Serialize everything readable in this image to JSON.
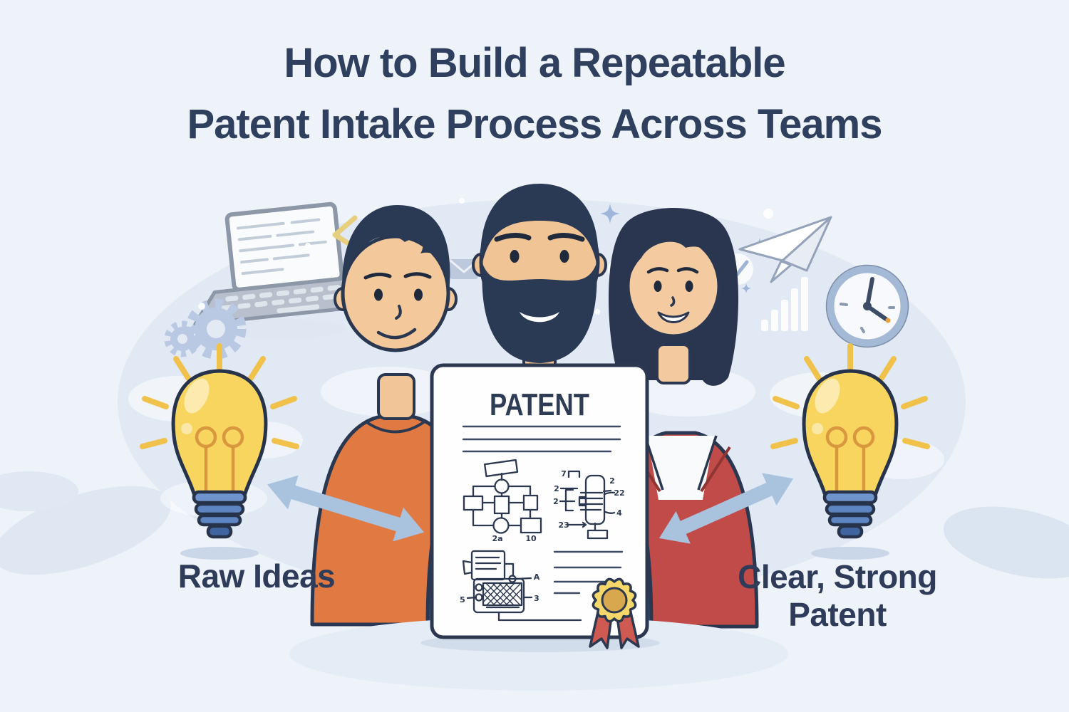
{
  "title": {
    "line1": "How to Build a Repeatable",
    "line2": "Patent Intake Process Across Teams"
  },
  "flow_labels": {
    "input": "Raw Ideas",
    "output_line1": "Clear, Strong",
    "output_line2": "Patent"
  },
  "patent_document": {
    "heading": "PATENT",
    "figure1_labels": [
      "2a",
      "10"
    ],
    "figure2_labels": [
      "7",
      "2",
      "2",
      "2",
      "22",
      "4",
      "23"
    ],
    "figure3_labels": [
      "5",
      "3",
      "A"
    ]
  },
  "colors": {
    "background": "#eef2f9",
    "pool_ellipse": "#dce6f2",
    "title_navy": "#2f3f5e",
    "outline_navy": "#2a3750",
    "bulb_yellow": "#f8d55f",
    "filament_orange": "#d9973e",
    "bulb_base_blue": "#5d85c2",
    "ray_yellow": "#f0c24c",
    "arrow_blue": "#a9c2de",
    "suit_navy": "#3a578a",
    "tie_blue": "#4d79b6",
    "shirt_orange": "#e07a42",
    "jacket_red": "#c04b49",
    "skin": "#f2c598",
    "paper_white": "#fefefe",
    "seal_gold": "#f5d76a",
    "seal_inner_gold": "#d8a84f",
    "ribbon_red": "#cf5a52"
  },
  "icons": [
    "laptop-icon",
    "gears-icon",
    "envelope-icon",
    "sparkle-icon",
    "moon-icon",
    "check-circle-icon",
    "paper-plane-icon",
    "bar-chart-icon",
    "clock-icon",
    "lightbulb-icon",
    "double-arrow-icon",
    "award-seal-icon"
  ]
}
